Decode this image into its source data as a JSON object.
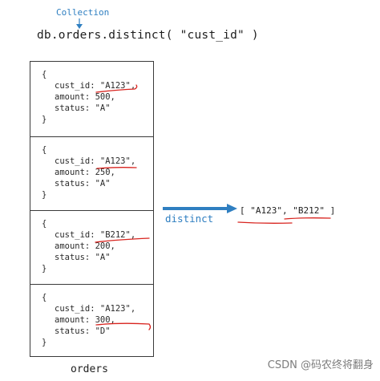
{
  "collection_label": "Collection",
  "command": "db.orders.distinct( \"cust_id\" )",
  "documents": [
    {
      "open": "{",
      "cust_id": "cust_id: \"A123\",",
      "amount": "amount: 500,",
      "status": "status: \"A\"",
      "close": "}"
    },
    {
      "open": "{",
      "cust_id": "cust_id: \"A123\",",
      "amount": "amount: 250,",
      "status": "status: \"A\"",
      "close": "}"
    },
    {
      "open": "{",
      "cust_id": "cust_id: \"B212\",",
      "amount": "amount: 200,",
      "status": "status: \"A\"",
      "close": "}"
    },
    {
      "open": "{",
      "cust_id": "cust_id: \"A123\",",
      "amount": "amount: 300,",
      "status": "status: \"D\"",
      "close": "}"
    }
  ],
  "collection_name": "orders",
  "operation_label": "distinct",
  "result": "[ \"A123\", \"B212\" ]",
  "watermark": "CSDN @码农终将翻身",
  "colors": {
    "accent_blue": "#2f7fc1",
    "annotation_red": "#d8241f",
    "border": "#3a3a3a",
    "text": "#2a2a2a"
  }
}
